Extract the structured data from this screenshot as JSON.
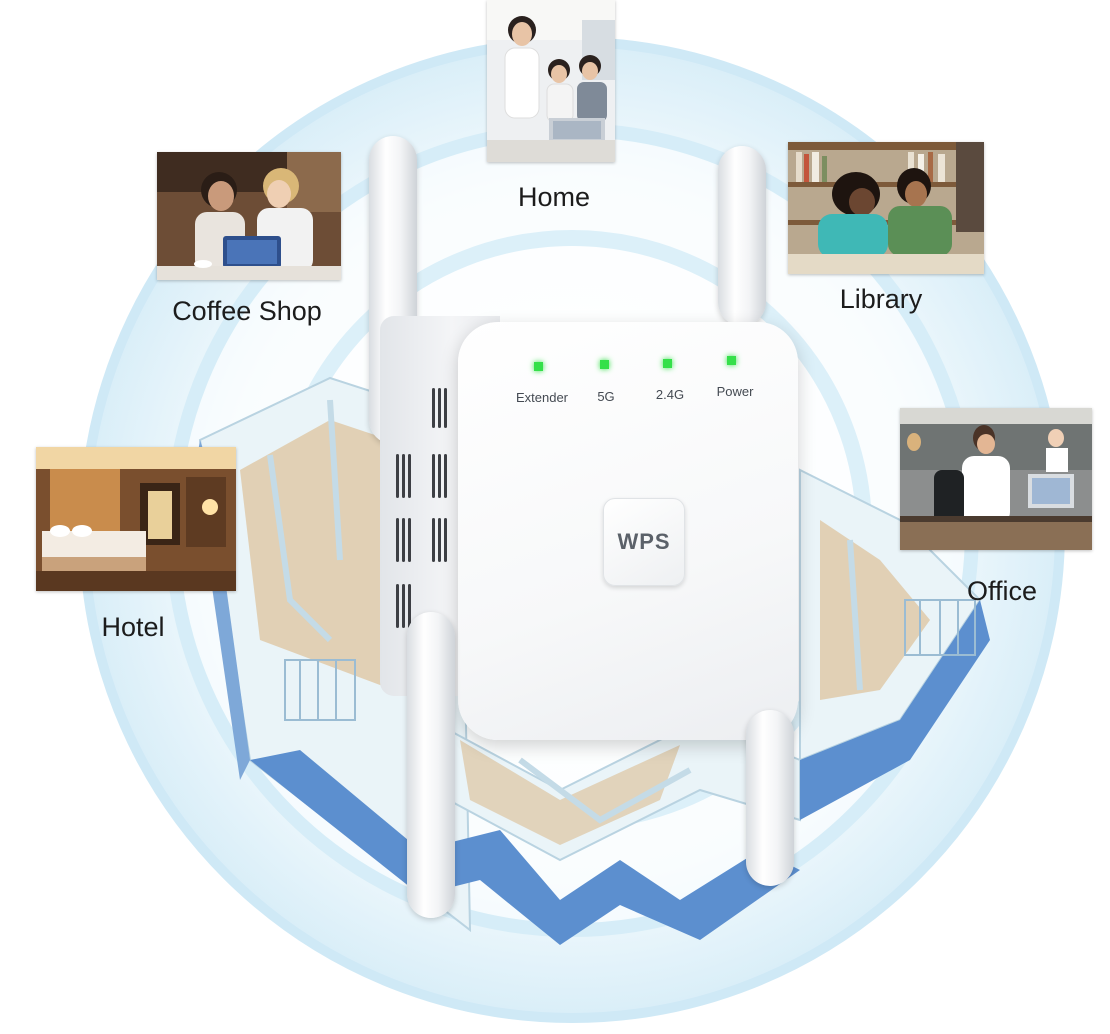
{
  "locations": {
    "home": "Home",
    "coffee_shop": "Coffee Shop",
    "library": "Library",
    "hotel": "Hotel",
    "office": "Office"
  },
  "device": {
    "indicators": [
      "Extender",
      "5G",
      "2.4G",
      "Power"
    ],
    "wps_label": "WPS",
    "indicator_color": "#35e04a"
  },
  "colors": {
    "signal_ring": "#cfe9f6",
    "building_wall": "#eef6fa",
    "building_floor": "#d8b27e",
    "building_blue": "#5c8fcf"
  }
}
